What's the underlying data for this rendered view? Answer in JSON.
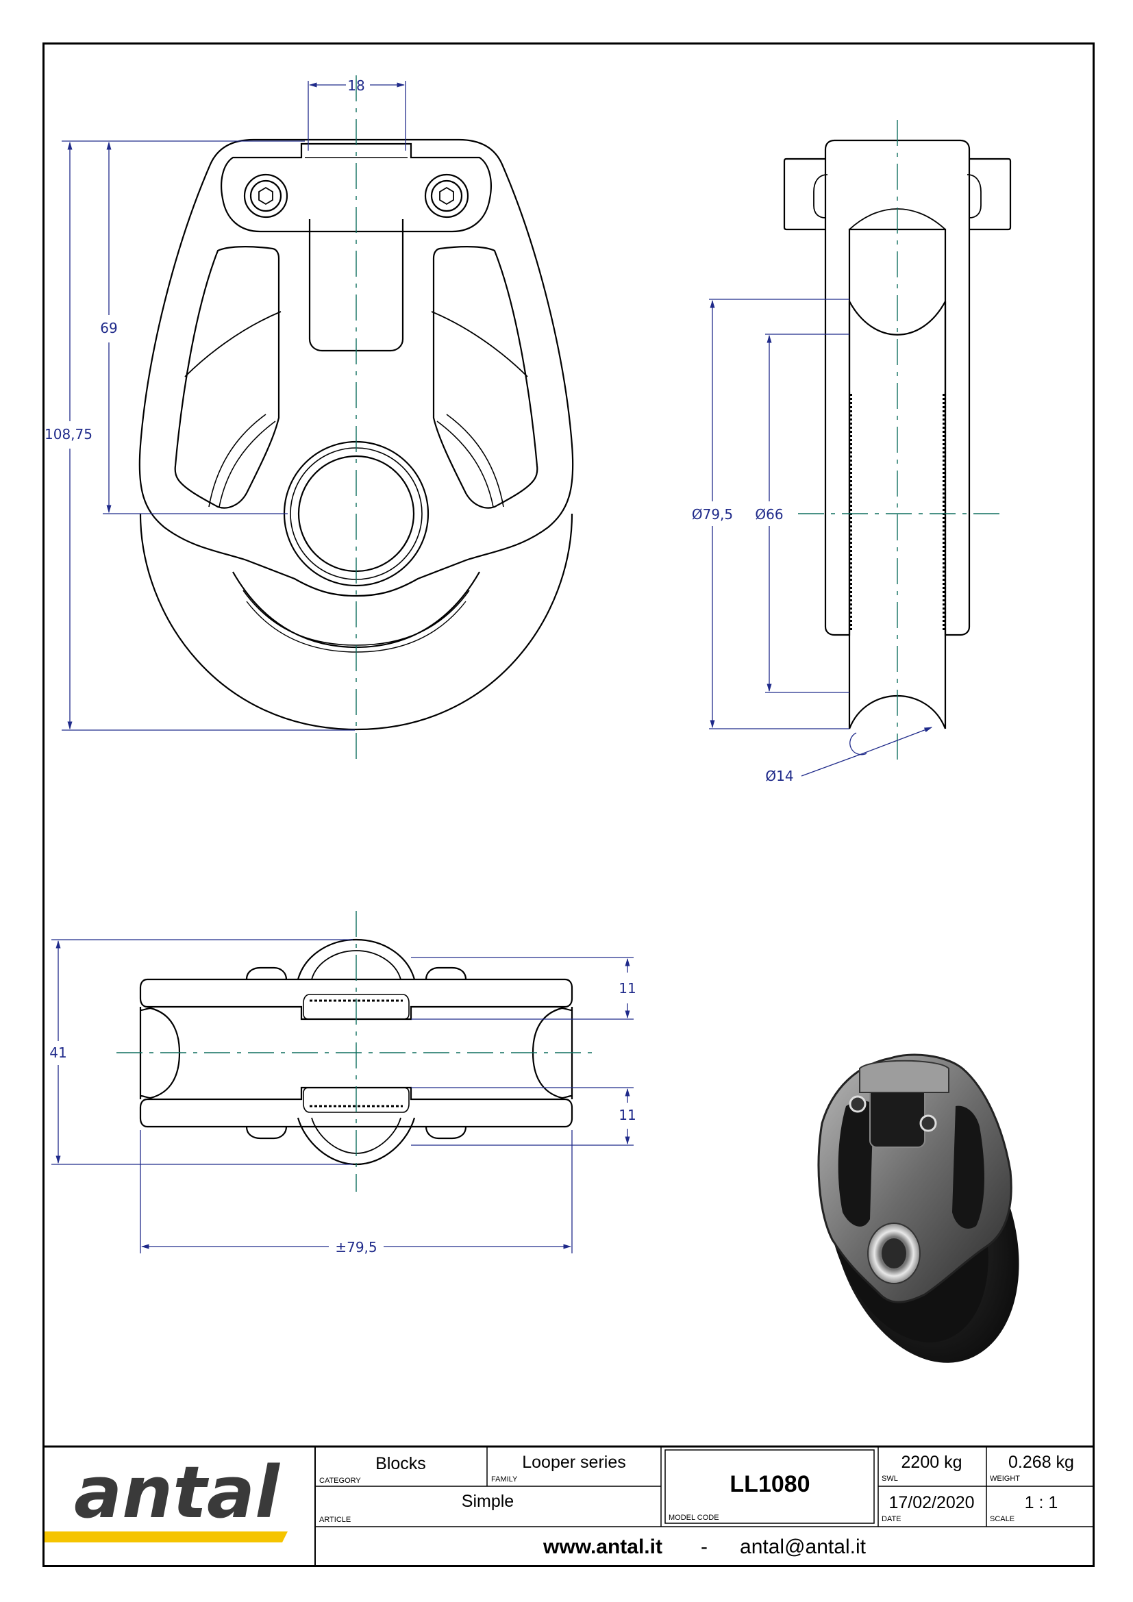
{
  "dimensions": {
    "front_width": "18",
    "front_height_total": "108,75",
    "front_height_axis": "69",
    "side_outer_diameter": "Ø79,5",
    "side_inner_diameter": "Ø66",
    "side_rope_diameter": "Ø14",
    "top_height": "41",
    "top_upper_gap": "11",
    "top_lower_gap": "11",
    "top_width": "±79,5"
  },
  "title_block": {
    "category_value": "Blocks",
    "category_label": "CATEGORY",
    "family_value": "Looper series",
    "family_label": "FAMILY",
    "article_value": "Simple",
    "article_label": "ARTICLE",
    "model_code_value": "LL1080",
    "model_code_label": "MODEL CODE",
    "swl_value": "2200 kg",
    "swl_label": "SWL",
    "weight_value": "0.268 kg",
    "weight_label": "WEIGHT",
    "date_value": "17/02/2020",
    "date_label": "DATE",
    "scale_value": "1 : 1",
    "scale_label": "SCALE",
    "website": "www.antal.it",
    "separator": "-",
    "email": "antal@antal.it",
    "logo_text": "antal"
  },
  "colors": {
    "dimension": "#1f2a8a",
    "centerline": "#0f6e5f",
    "logo_text": "#3a3a3a",
    "logo_accent": "#f5c400"
  }
}
